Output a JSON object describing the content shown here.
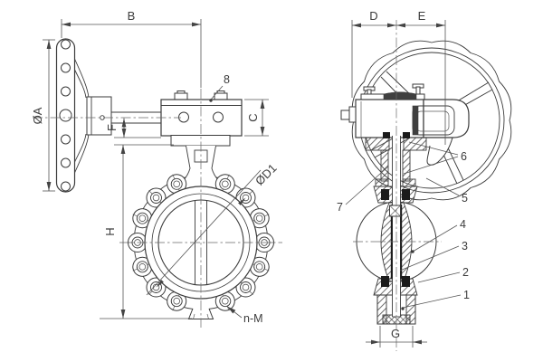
{
  "colors": {
    "line": "#3b3b3b",
    "thin_line": "#5f5f5f",
    "background": "#ffffff",
    "black_fill": "#1b1b1b"
  },
  "front_view": {
    "dim_b": "B",
    "dim_dia_a": "ØA",
    "dim_c": "C",
    "dim_f": "F",
    "dim_h": "H",
    "dim_dia_d1": "ØD1",
    "dim_nm": "n-M",
    "callout_8": "8"
  },
  "side_view": {
    "dim_d": "D",
    "dim_e": "E",
    "dim_g": "G",
    "callout_1": "1",
    "callout_2": "2",
    "callout_3": "3",
    "callout_4": "4",
    "callout_5": "5",
    "callout_6": "6",
    "callout_7": "7"
  }
}
